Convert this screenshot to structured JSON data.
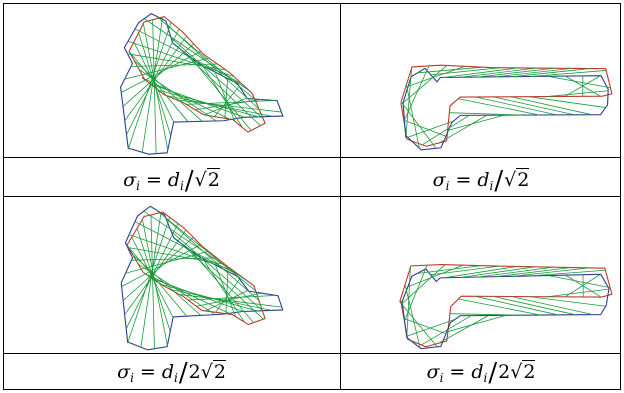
{
  "figure": {
    "cells": [
      {
        "sigma": "σ",
        "i": "i",
        "eq": "=",
        "d": "d",
        "slash": "/",
        "coef": "",
        "root": "√",
        "radicand": "2"
      },
      {
        "sigma": "σ",
        "i": "i",
        "eq": "=",
        "d": "d",
        "slash": "/",
        "coef": "",
        "root": "√",
        "radicand": "2"
      },
      {
        "sigma": "σ",
        "i": "i",
        "eq": "=",
        "d": "d",
        "slash": "/",
        "coef": "2",
        "root": "√",
        "radicand": "2"
      },
      {
        "sigma": "σ",
        "i": "i",
        "eq": "=",
        "d": "d",
        "slash": "/",
        "coef": "2",
        "root": "√",
        "radicand": "2"
      }
    ],
    "colors": {
      "contour_a": "#c0392b",
      "contour_b": "#2c3e91",
      "correspondence": "#1a9a3a"
    }
  }
}
